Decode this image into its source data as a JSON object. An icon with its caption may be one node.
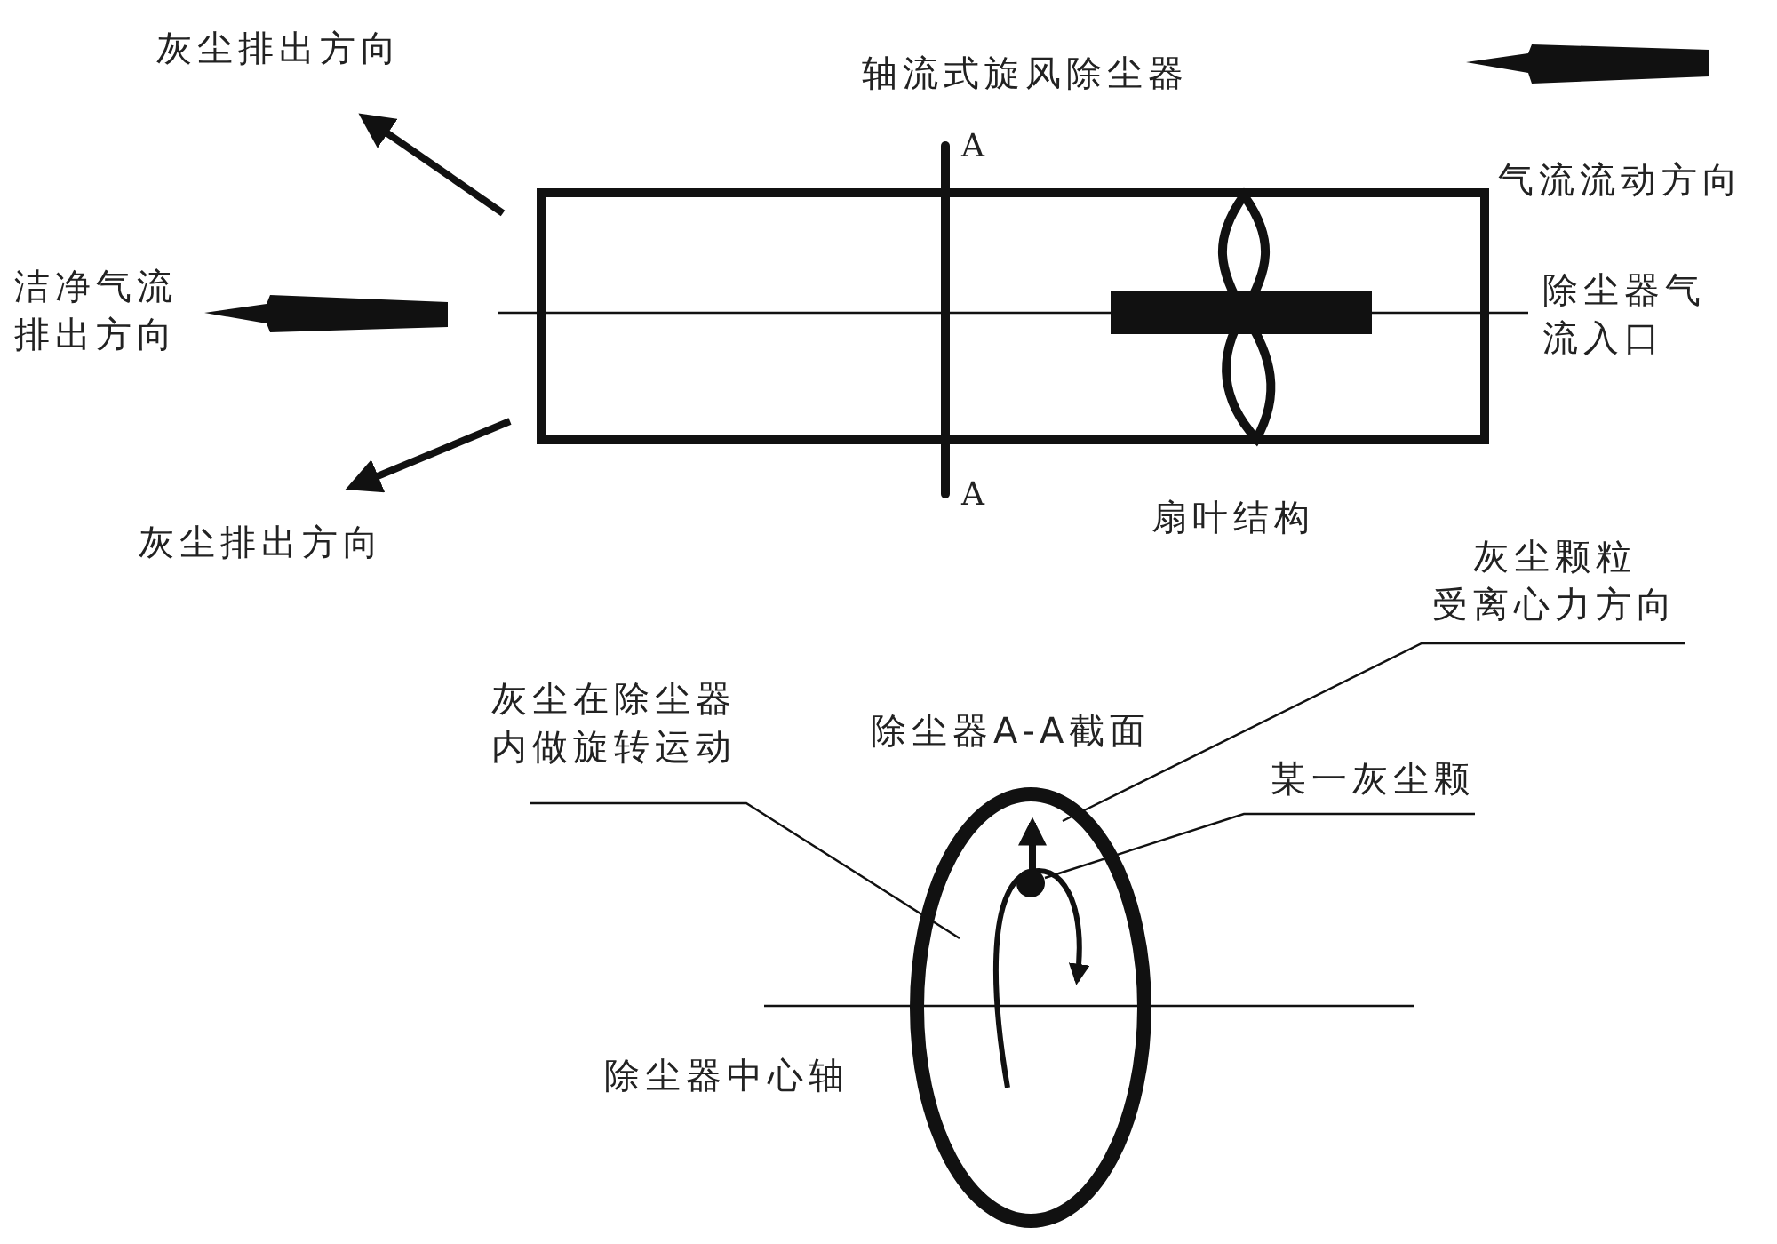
{
  "diagram": {
    "nodes": [
      {
        "text": [
          "轴流式旋风除尘器"
        ]
      },
      {
        "text": [
          "灰尘颗粒受离心力方向"
        ]
      },
      {
        "text": [
          "灰尘在除尘器内做旋转运动"
        ]
      },
      {
        "text": [
          "某一灰尘颗"
        ]
      },
      {
        "text": [
          "除尘器A-A截面"
        ]
      },
      {
        "text": [],
        "shape": "circle",
        "in": 4
      }
    ],
    "edges": [
      {
        "from": 2,
        "to": 4,
        "arrow": "none"
      },
      {
        "from": 1,
        "to": 4,
        "arrow": "none"
      },
      {
        "from": 3,
        "to": 5,
        "arrow": "none"
      }
    ],
    "labels": [
      "灰尘排出方向",
      "气流流动方向",
      "A",
      "洁净气流排出方向",
      "除尘器气流入口",
      "A",
      "灰尘排出方向",
      "扇叶结构",
      "除尘器中心轴"
    ]
  }
}
